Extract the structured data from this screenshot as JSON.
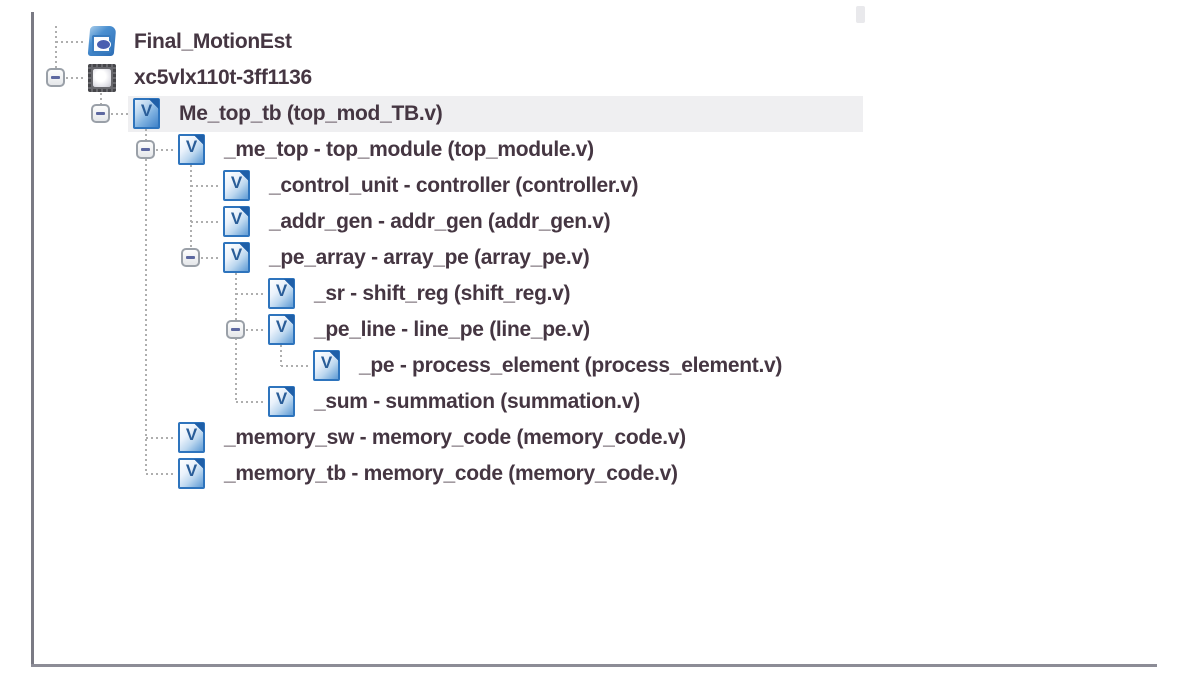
{
  "panel": {
    "background": "#ffffff",
    "border_color": "#7a7a84",
    "selection_color": "#efeff1",
    "accent_blue": "#2e74bd",
    "text_color": "#453642"
  },
  "icons": {
    "verilog_glyph": "V"
  },
  "scrollbar": {
    "visible": true
  },
  "tree": {
    "items": [
      {
        "label": "Final_MotionEst",
        "icon": "project-icon",
        "level": 0,
        "expandable": false,
        "expanded": false,
        "selected": false
      },
      {
        "label": "xc5vlx110t-3ff1136",
        "icon": "device-icon",
        "level": 0,
        "expandable": true,
        "expanded": true,
        "selected": false
      },
      {
        "label": "Me_top_tb (top_mod_TB.v)",
        "icon": "verilog-file-icon",
        "level": 1,
        "expandable": true,
        "expanded": true,
        "selected": true
      },
      {
        "label": "_me_top - top_module (top_module.v)",
        "icon": "verilog-file-icon",
        "level": 2,
        "expandable": true,
        "expanded": true,
        "selected": false
      },
      {
        "label": "_control_unit - controller (controller.v)",
        "icon": "verilog-file-icon",
        "level": 3,
        "expandable": false,
        "expanded": false,
        "selected": false
      },
      {
        "label": "_addr_gen - addr_gen (addr_gen.v)",
        "icon": "verilog-file-icon",
        "level": 3,
        "expandable": false,
        "expanded": false,
        "selected": false
      },
      {
        "label": "_pe_array - array_pe (array_pe.v)",
        "icon": "verilog-file-icon",
        "level": 3,
        "expandable": true,
        "expanded": true,
        "selected": false
      },
      {
        "label": "_sr - shift_reg (shift_reg.v)",
        "icon": "verilog-file-icon",
        "level": 4,
        "expandable": false,
        "expanded": false,
        "selected": false
      },
      {
        "label": "_pe_line - line_pe (line_pe.v)",
        "icon": "verilog-file-icon",
        "level": 4,
        "expandable": true,
        "expanded": true,
        "selected": false
      },
      {
        "label": "_pe - process_element (process_element.v)",
        "icon": "verilog-file-icon",
        "level": 5,
        "expandable": false,
        "expanded": false,
        "selected": false
      },
      {
        "label": "_sum - summation (summation.v)",
        "icon": "verilog-file-icon",
        "level": 4,
        "expandable": false,
        "expanded": false,
        "selected": false
      },
      {
        "label": "_memory_sw - memory_code (memory_code.v)",
        "icon": "verilog-file-icon",
        "level": 2,
        "expandable": false,
        "expanded": false,
        "selected": false
      },
      {
        "label": "_memory_tb - memory_code (memory_code.v)",
        "icon": "verilog-file-icon",
        "level": 2,
        "expandable": false,
        "expanded": false,
        "selected": false
      }
    ]
  }
}
